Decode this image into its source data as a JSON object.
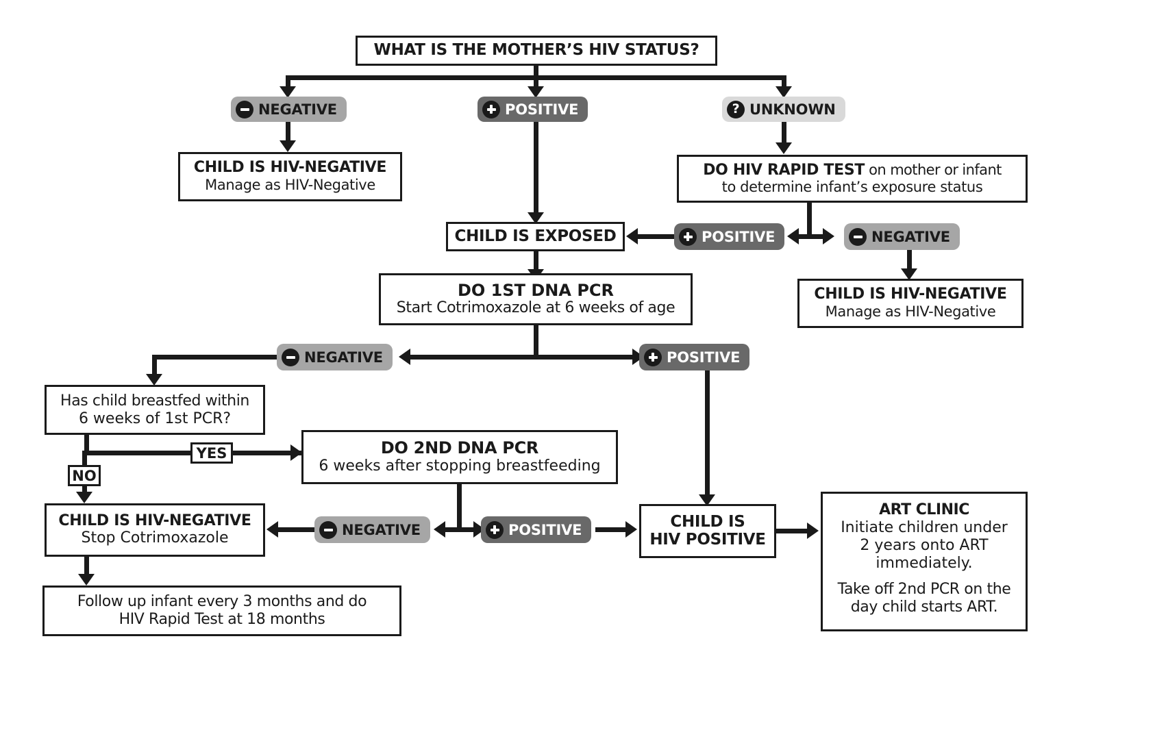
{
  "chart_data": {
    "type": "diagram",
    "title": "Infant HIV testing algorithm flowchart"
  },
  "root": {
    "question": "WHAT IS THE MOTHER’S HIV STATUS?"
  },
  "badges": {
    "negative": "NEGATIVE",
    "positive": "POSITIVE",
    "unknown": "UNKNOWN",
    "minus_glyph": "minus-icon",
    "plus_glyph": "plus-icon",
    "question_glyph": "question-icon"
  },
  "colors": {
    "negative_pill": "#a6a6a6",
    "positive_pill": "#696969",
    "unknown_pill": "#d9d9d9",
    "ink": "#1a1a1a",
    "paper": "#ffffff"
  },
  "nodes": {
    "child_hiv_negative_left": {
      "title": "CHILD IS HIV-NEGATIVE",
      "sub": "Manage as HIV-Negative"
    },
    "do_hiv_rapid_test": {
      "title": "DO HIV RAPID TEST",
      "sub_inline": " on mother or infant",
      "sub_line2": "to determine infant’s exposure status"
    },
    "child_is_exposed": {
      "title": "CHILD IS EXPOSED"
    },
    "child_hiv_negative_right": {
      "title": "CHILD IS HIV-NEGATIVE",
      "sub": "Manage as HIV-Negative"
    },
    "do_1st_dna_pcr": {
      "title": "DO 1ST DNA PCR",
      "sub": "Start Cotrimoxazole at 6 weeks of age"
    },
    "breastfed_question": {
      "line1": "Has child breastfed within",
      "line2": "6 weeks of 1st PCR?"
    },
    "do_2nd_dna_pcr": {
      "title": "DO 2ND DNA PCR",
      "sub": "6 weeks after stopping breastfeeding"
    },
    "child_hiv_negative_bottom": {
      "title": "CHILD IS HIV-NEGATIVE",
      "sub": "Stop Cotrimoxazole"
    },
    "follow_up": {
      "line1": "Follow up infant every 3 months and do",
      "line2": "HIV Rapid Test at 18 months"
    },
    "child_is_hiv_positive": {
      "line1": "CHILD IS",
      "line2": "HIV POSITIVE"
    },
    "art_clinic": {
      "title": "ART CLINIC",
      "p1_line1": "Initiate children under",
      "p1_line2": "2 years onto ART",
      "p1_line3": "immediately.",
      "p2_line1": "Take off 2nd PCR on the",
      "p2_line2": "day child starts ART."
    }
  },
  "tags": {
    "yes": "YES",
    "no": "NO"
  }
}
